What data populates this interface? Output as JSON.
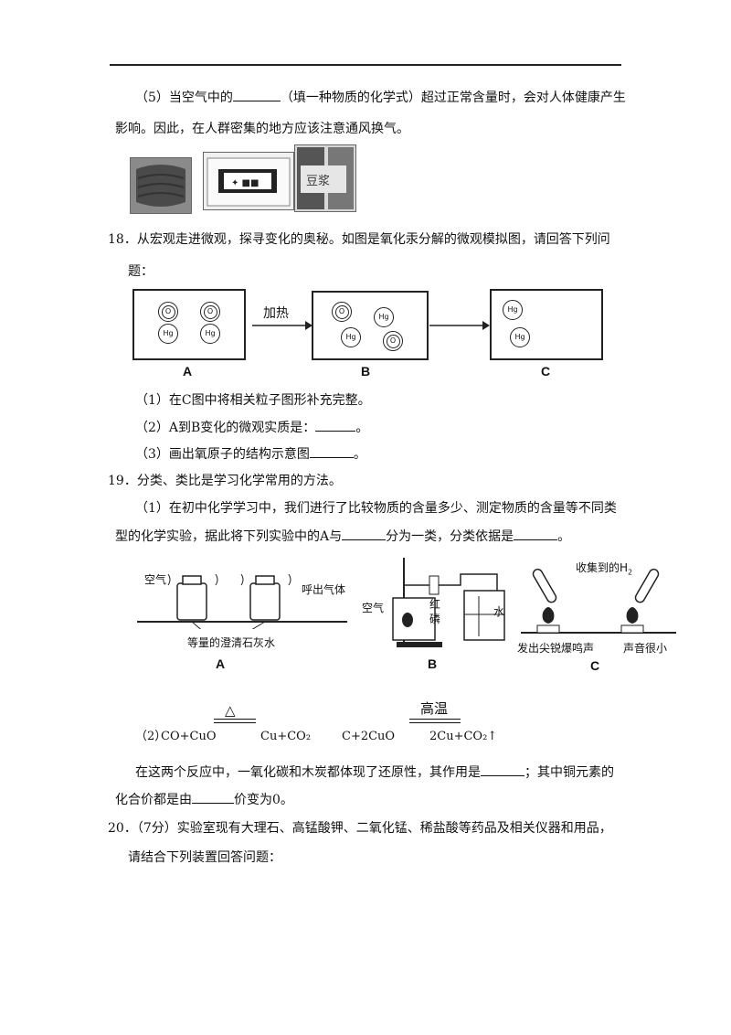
{
  "q17": {
    "part5_a": "（5）当空气中的",
    "part5_b": "（填一种物质的化学式）超过正常含量时，会对人体健康产生",
    "part5_c": "影响。因此，在人群密集的地方应该注意通风换气。",
    "photo_label": "豆浆"
  },
  "q18": {
    "stem_a": "18．从宏观走进微观，探寻变化的奥秘。如图是氧化汞分解的微观模拟图，请回答下列问",
    "stem_b": "题：",
    "arrow_label": "加热",
    "atom_o": "O",
    "atom_hg": "Hg",
    "labels": [
      "A",
      "B",
      "C"
    ],
    "sub1": "（1）在C图中将相关粒子图形补充完整。",
    "sub2_a": "（2）A到B变化的微观实质是：",
    "sub2_b": "。",
    "sub3_a": "（3）画出氧原子的结构示意图",
    "sub3_b": "。"
  },
  "q19": {
    "stem": "19．分类、类比是学习化学常用的方法。",
    "p1_a": "（1）在初中化学学习中，我们进行了比较物质的含量多少、测定物质的含量等不同类",
    "p1_b": "型的化学实验，据此将下列实验中的A与",
    "p1_c": "分为一类，分类依据是",
    "p1_d": "。",
    "figA_air": "空气",
    "figA_breath": "呼出气体",
    "figA_caption": "等量的澄清石灰水",
    "figB_air": "空气",
    "figB_red1": "红",
    "figB_red2": "磷",
    "figB_water": "水",
    "figC_collect": "收集到的H",
    "figC_sub": "2",
    "figC_sharp": "发出尖锐爆鸣声",
    "figC_quiet": "声音很小",
    "fig_labels": [
      "A",
      "B",
      "C"
    ],
    "cond1": "△",
    "cond2": "高温",
    "p2_label": "（2）",
    "eq1_left": "CO+CuO",
    "eq1_right": "Cu+CO₂",
    "eq2_left": "C+2CuO",
    "eq2_right": "2Cu+CO₂↑",
    "p3_a": "在这两个反应中，一氧化碳和木炭都体现了还原性，其作用是",
    "p3_b": "；其中铜元素的",
    "p4_a": "化合价都是由",
    "p4_b": "价变为0。"
  },
  "q20": {
    "stem_a": "20．（7分）实验室现有大理石、高锰酸钾、二氧化锰、稀盐酸等药品及相关仪器和用品，",
    "stem_b": "请结合下列装置回答问题："
  }
}
